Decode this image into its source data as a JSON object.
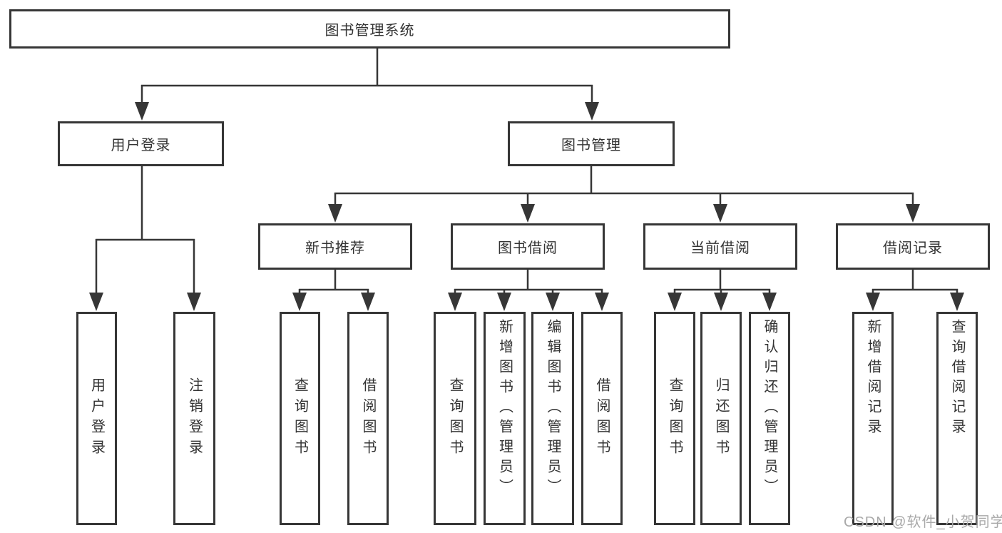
{
  "root": {
    "label": "图书管理系统"
  },
  "tree": {
    "user_login": {
      "label": "用户登录",
      "children": [
        {
          "label": "用户登录"
        },
        {
          "label": "注销登录"
        }
      ]
    },
    "book_mgmt": {
      "label": "图书管理",
      "children": [
        {
          "label": "新书推荐",
          "children": [
            {
              "label": "查询图书"
            },
            {
              "label": "借阅图书"
            }
          ]
        },
        {
          "label": "图书借阅",
          "children": [
            {
              "label": "查询图书"
            },
            {
              "label": "新增图书（管理员）"
            },
            {
              "label": "编辑图书（管理员）"
            },
            {
              "label": "借阅图书"
            }
          ]
        },
        {
          "label": "当前借阅",
          "children": [
            {
              "label": "查询图书"
            },
            {
              "label": "归还图书"
            },
            {
              "label": "确认归还（管理员）"
            }
          ]
        },
        {
          "label": "借阅记录",
          "children": [
            {
              "label": "新增借阅记录"
            },
            {
              "label": "查询借阅记录"
            }
          ]
        }
      ]
    }
  },
  "watermark": {
    "text": "CSDN @软件_小贺同学"
  },
  "colors": {
    "line": "#363636",
    "text": "#333333",
    "watermark": "#a9a9a9",
    "background": "#ffffff"
  }
}
